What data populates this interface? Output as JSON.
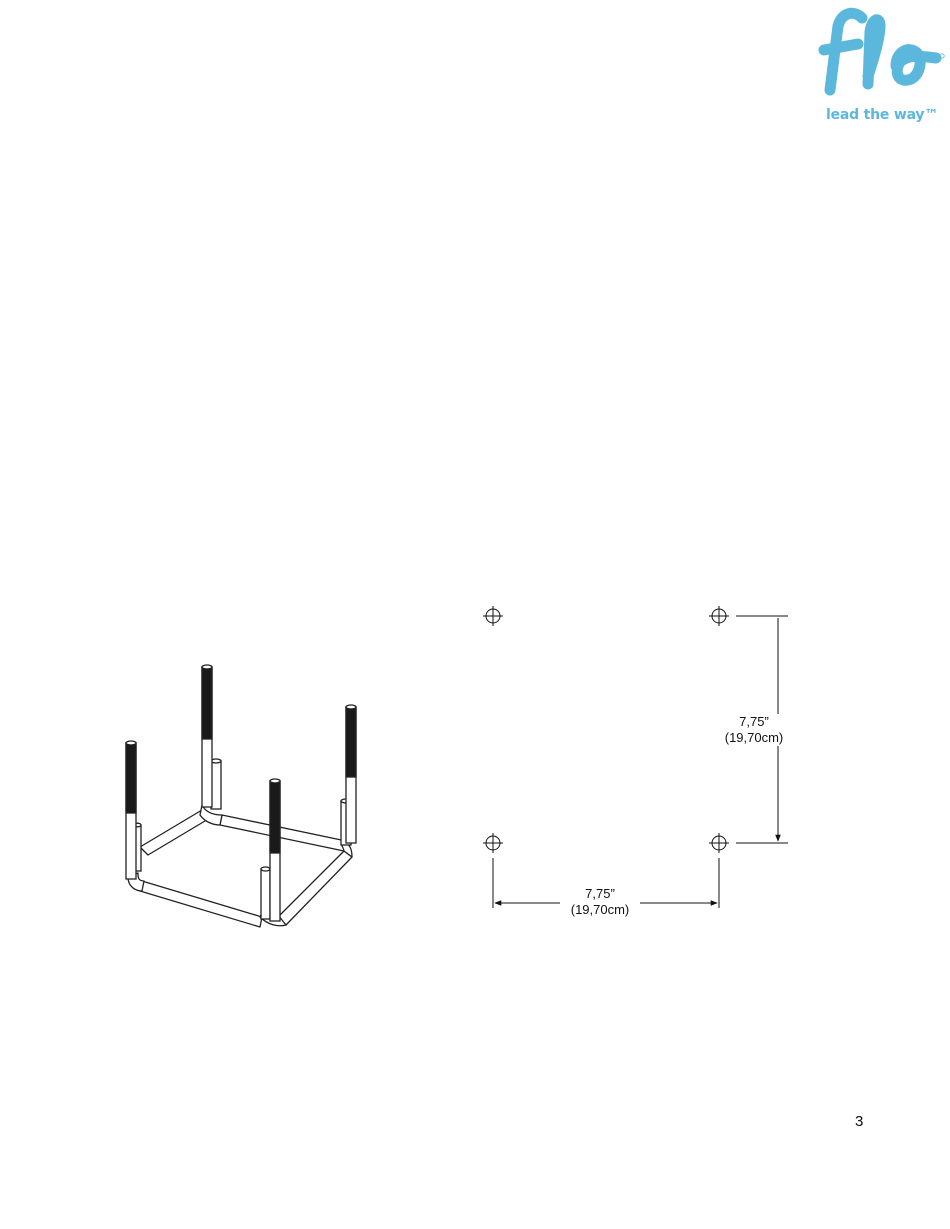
{
  "brand": {
    "logo_text": "flo",
    "tagline": "lead the way™",
    "color": "#5bb8dc"
  },
  "layout_diagram": {
    "vertical_dimension": {
      "imperial": "7,75”",
      "metric": "(19,70cm)"
    },
    "horizontal_dimension": {
      "imperial": "7,75”",
      "metric": "(19,70cm)"
    }
  },
  "page": {
    "number": "3"
  }
}
